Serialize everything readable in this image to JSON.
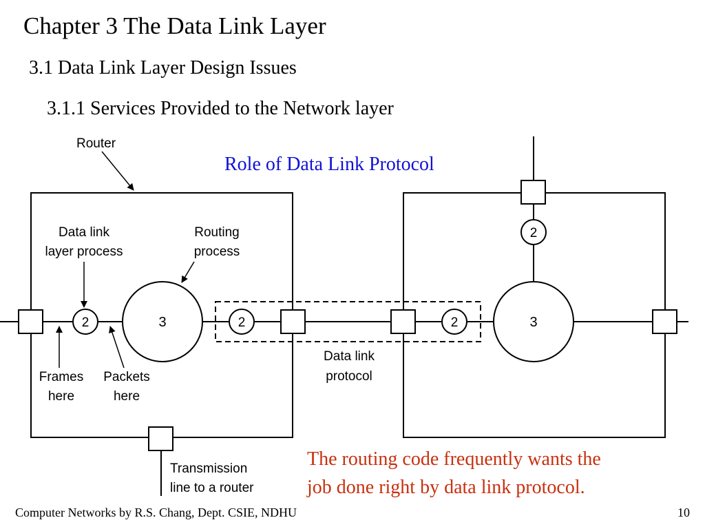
{
  "slide": {
    "title": "Chapter 3 The Data Link Layer",
    "section": "3.1 Data Link Layer Design Issues",
    "subsection": "3.1.1 Services Provided to the Network layer",
    "role_heading": "Role of Data Link Protocol",
    "note_lines": [
      "The routing code frequently wants the",
      "job done right by data link protocol."
    ],
    "footer": "Computer Networks by R.S. Chang, Dept. CSIE, NDHU",
    "page_number": "10",
    "colors": {
      "role_heading": "#1010d8",
      "note": "#c8300f"
    }
  },
  "diagram": {
    "router_label": "Router",
    "dll_process_label": [
      "Data link",
      "layer process"
    ],
    "routing_process_label": [
      "Routing",
      "process"
    ],
    "frames_label": [
      "Frames",
      "here"
    ],
    "packets_label": [
      "Packets",
      "here"
    ],
    "dl_protocol_label": [
      "Data link",
      "protocol"
    ],
    "transmission_label": [
      "Transmission",
      "line to a router"
    ],
    "layer2": "2",
    "layer3": "3"
  }
}
